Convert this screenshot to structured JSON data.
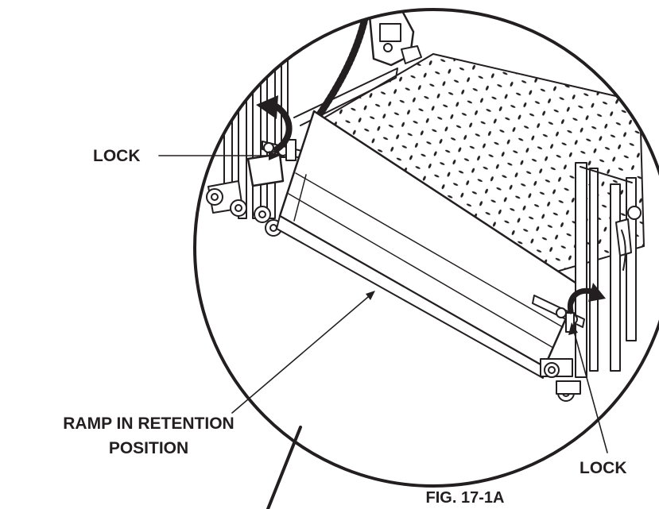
{
  "labels": {
    "lock_left": "LOCK",
    "lock_right": "LOCK",
    "ramp_line1": "RAMP IN RETENTION",
    "ramp_line2": "POSITION",
    "figure_caption": "FIG. 17-1A"
  }
}
